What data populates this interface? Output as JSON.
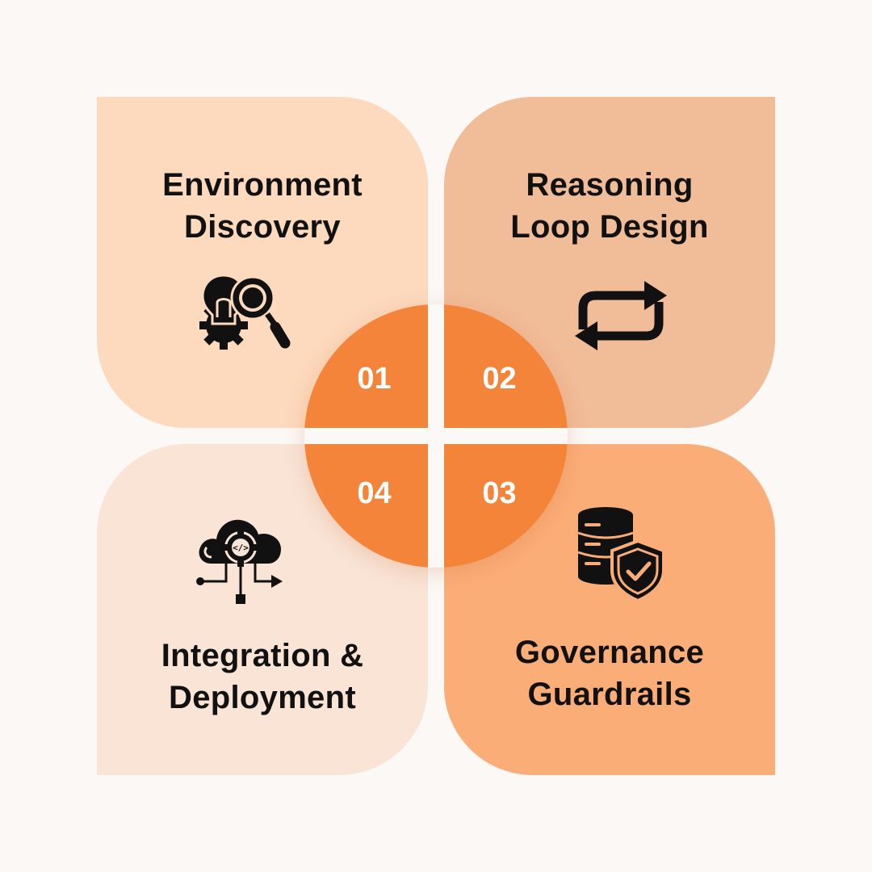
{
  "steps": [
    {
      "number": "01",
      "title_line1": "Environment",
      "title_line2": "Discovery",
      "icon": "idea-search-gear-icon",
      "color": "#FDD9BD"
    },
    {
      "number": "02",
      "title_line1": "Reasoning",
      "title_line2": "Loop Design",
      "icon": "loop-arrows-icon",
      "color": "#F1BC98"
    },
    {
      "number": "03",
      "title_line1": "Governance",
      "title_line2": "Guardrails",
      "icon": "database-shield-icon",
      "color": "#FBAD78"
    },
    {
      "number": "04",
      "title_line1": "Integration &",
      "title_line2": "Deployment",
      "icon": "cloud-code-deploy-icon",
      "color": "#F9E4D6"
    }
  ],
  "accent_color": "#F4843A"
}
